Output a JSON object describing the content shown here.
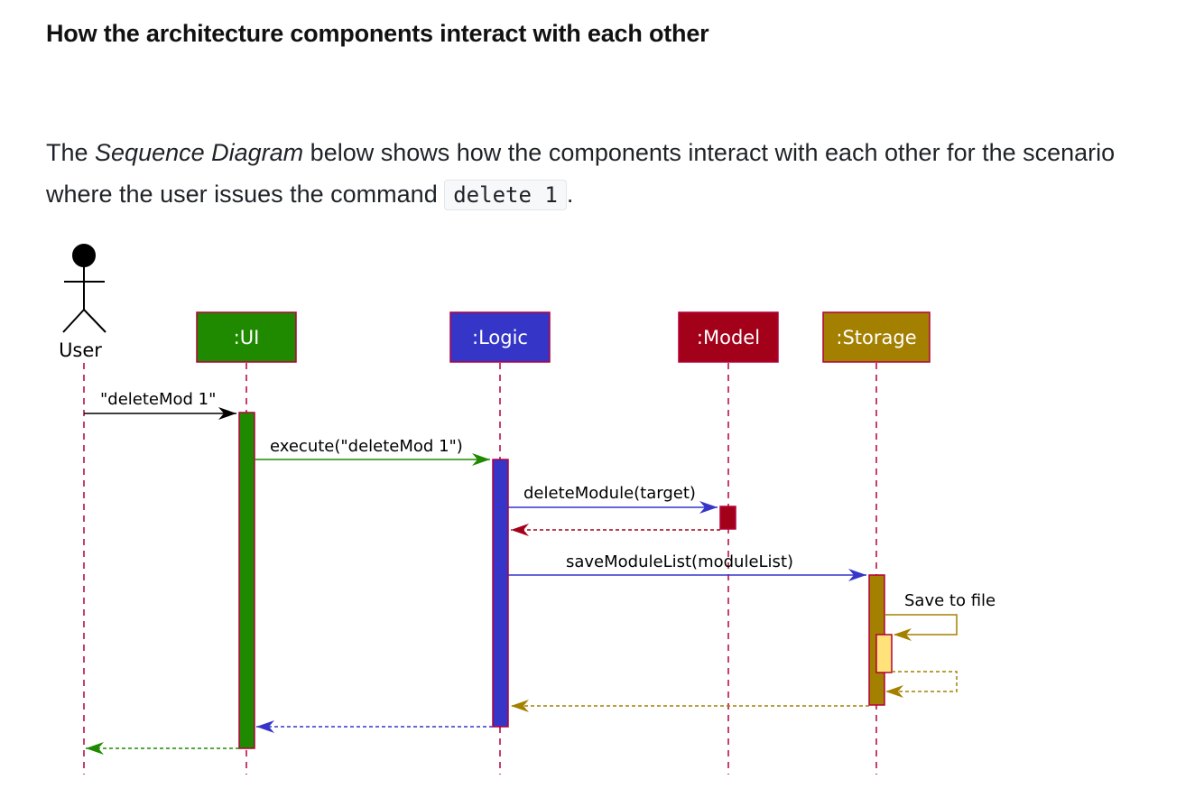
{
  "heading": "How the architecture components interact with each other",
  "paragraph": {
    "prefix": "The ",
    "emphasis": "Sequence Diagram",
    "middle": " below shows how the components interact with each other for the scenario where the user issues the command ",
    "code": "delete 1",
    "suffix": "."
  },
  "diagram": {
    "actor": {
      "label": "User"
    },
    "participants": [
      {
        "id": "ui",
        "label": ":UI",
        "color": "#1f8a00"
      },
      {
        "id": "logic",
        "label": ":Logic",
        "color": "#3535c8"
      },
      {
        "id": "model",
        "label": ":Model",
        "color": "#a3001a"
      },
      {
        "id": "storage",
        "label": ":Storage",
        "color": "#a38000"
      }
    ],
    "messages": {
      "user_to_ui": "\"deleteMod 1\"",
      "ui_to_logic": "execute(\"deleteMod 1\")",
      "logic_to_model": "deleteModule(target)",
      "logic_to_storage": "saveModuleList(moduleList)",
      "storage_self": "Save to file"
    },
    "colors": {
      "border": "#b3003a",
      "self_activation": "#ffe37a"
    }
  }
}
